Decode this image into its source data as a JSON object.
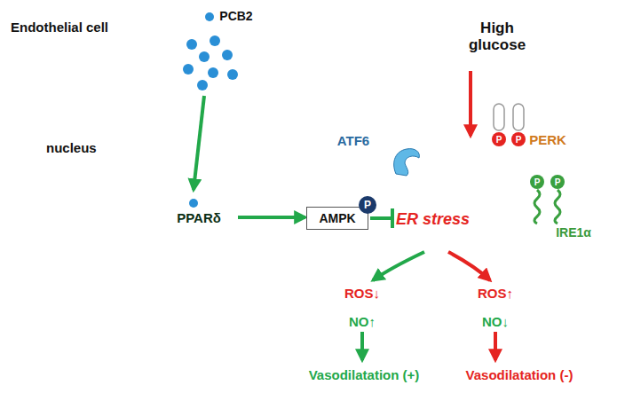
{
  "diagram": {
    "nodes": [
      {
        "text": [
          "Endothelial cell"
        ]
      },
      {
        "text": [
          "High glucose"
        ]
      },
      {
        "text": [
          "nucleus"
        ],
        "in": 0
      },
      {
        "text": [
          "PPARδ"
        ],
        "in": 2
      },
      {
        "text": [
          "AMPK"
        ],
        "in": 0
      },
      {
        "text": [
          "P"
        ],
        "in": 0
      },
      {
        "text": [
          "ER stress"
        ],
        "in": 0
      },
      {
        "text": [
          "P"
        ],
        "in": 0
      },
      {
        "text": [
          "P"
        ],
        "in": 0
      },
      {
        "text": [
          "P"
        ],
        "in": 0
      },
      {
        "text": [
          "P"
        ],
        "in": 0
      }
    ],
    "edges": [
      {
        "from": 3,
        "to": 4,
        "arrow": "to"
      },
      {
        "from": 4,
        "to": 6,
        "arrow": "to"
      },
      {
        "from": 1,
        "to": 6,
        "arrow": "to"
      }
    ],
    "labels": [
      "PCB2",
      "ATF6",
      "PERK",
      "IRE1α",
      "ROS↓",
      "NO↑",
      "ROS↑",
      "NO↓",
      "Vasodilatation (+)",
      "Vasodilatation (-)"
    ]
  }
}
